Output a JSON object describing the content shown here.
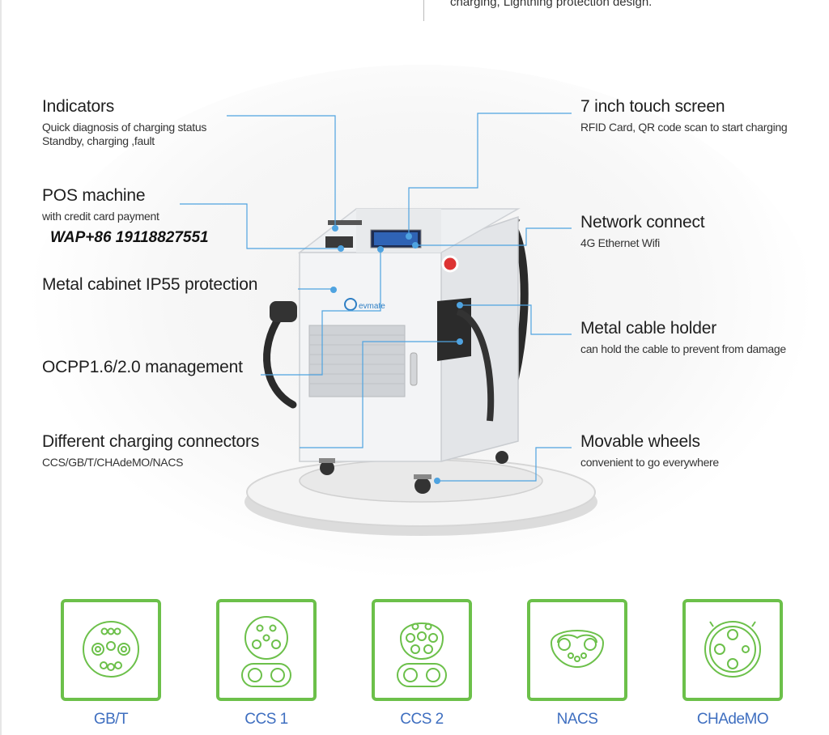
{
  "top_text": "charging, Lightning protection design.",
  "features_left": [
    {
      "title": "Indicators",
      "desc": [
        "Quick diagnosis of charging  status",
        "Standby, charging ,fault"
      ]
    },
    {
      "title": "POS machine",
      "desc": [
        "with credit card payment"
      ]
    },
    {
      "title": "Metal cabinet IP55 protection",
      "desc": []
    },
    {
      "title": "OCPP1.6/2.0 management",
      "desc": []
    },
    {
      "title": "Different charging connectors",
      "desc": [
        "CCS/GB/T/CHAdeMO/NACS"
      ]
    }
  ],
  "features_right": [
    {
      "title": "7 inch touch screen",
      "desc": [
        "RFID Card, QR code scan to start charging"
      ]
    },
    {
      "title": "Network connect",
      "desc": [
        "4G Ethernet Wifi"
      ]
    },
    {
      "title": "Metal cable holder",
      "desc": [
        "can hold the cable to prevent from damage"
      ]
    },
    {
      "title": "Movable wheels",
      "desc": [
        "convenient to go everywhere"
      ]
    }
  ],
  "contact": "WAP+86 19118827551",
  "brand_logo": "evmate",
  "connectors": [
    {
      "label": "GB/T",
      "icon": "gbt-connector-icon"
    },
    {
      "label": "CCS 1",
      "icon": "ccs1-connector-icon"
    },
    {
      "label": "CCS 2",
      "icon": "ccs2-connector-icon"
    },
    {
      "label": "NACS",
      "icon": "nacs-connector-icon"
    },
    {
      "label": "CHAdeMO",
      "icon": "chademo-connector-icon"
    }
  ],
  "colors": {
    "callout_line": "#4fa3e0",
    "connector_border": "#6cc04a",
    "connector_label": "#3f6fc0"
  }
}
